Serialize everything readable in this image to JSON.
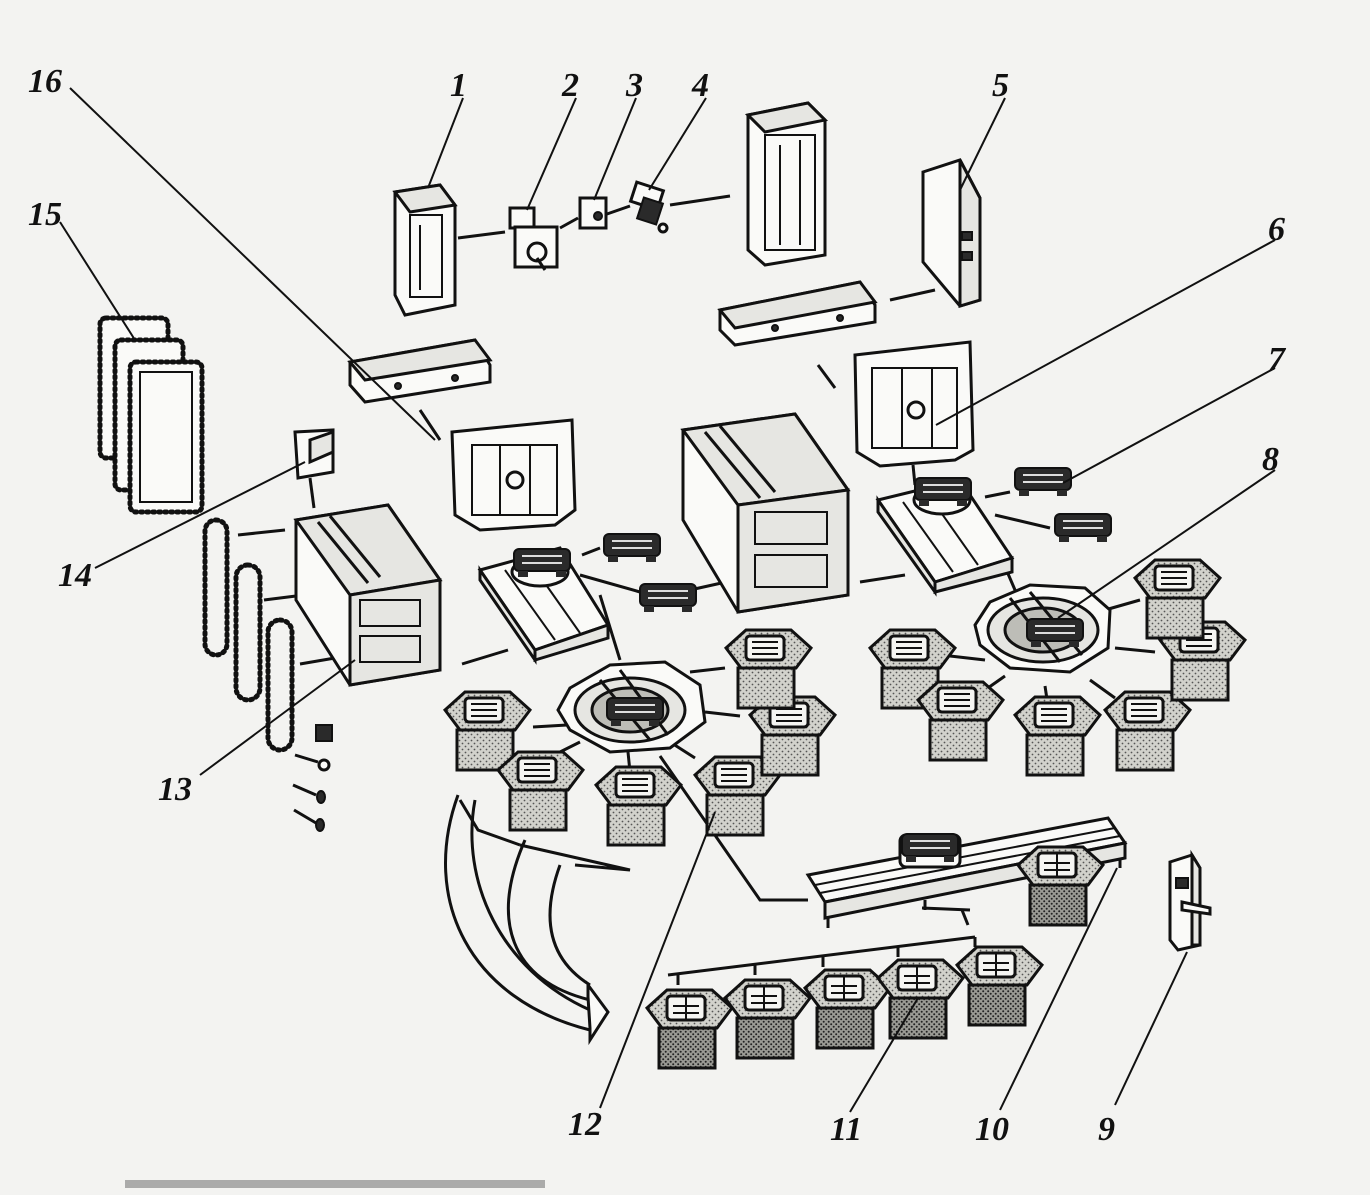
{
  "callouts": [
    {
      "id": "1",
      "text": "1"
    },
    {
      "id": "2",
      "text": "2"
    },
    {
      "id": "3",
      "text": "3"
    },
    {
      "id": "4",
      "text": "4"
    },
    {
      "id": "5",
      "text": "5"
    },
    {
      "id": "6",
      "text": "6"
    },
    {
      "id": "7",
      "text": "7"
    },
    {
      "id": "8",
      "text": "8"
    },
    {
      "id": "9",
      "text": "9"
    },
    {
      "id": "10",
      "text": "10"
    },
    {
      "id": "11",
      "text": "11"
    },
    {
      "id": "12",
      "text": "12"
    },
    {
      "id": "13",
      "text": "13"
    },
    {
      "id": "14",
      "text": "14"
    },
    {
      "id": "15",
      "text": "15"
    },
    {
      "id": "16",
      "text": "16"
    }
  ],
  "colors": {
    "ink": "#111111",
    "paper": "#f3f3f1",
    "stipple": "#bdbdb7",
    "stipple_dark": "#8a8a84"
  }
}
